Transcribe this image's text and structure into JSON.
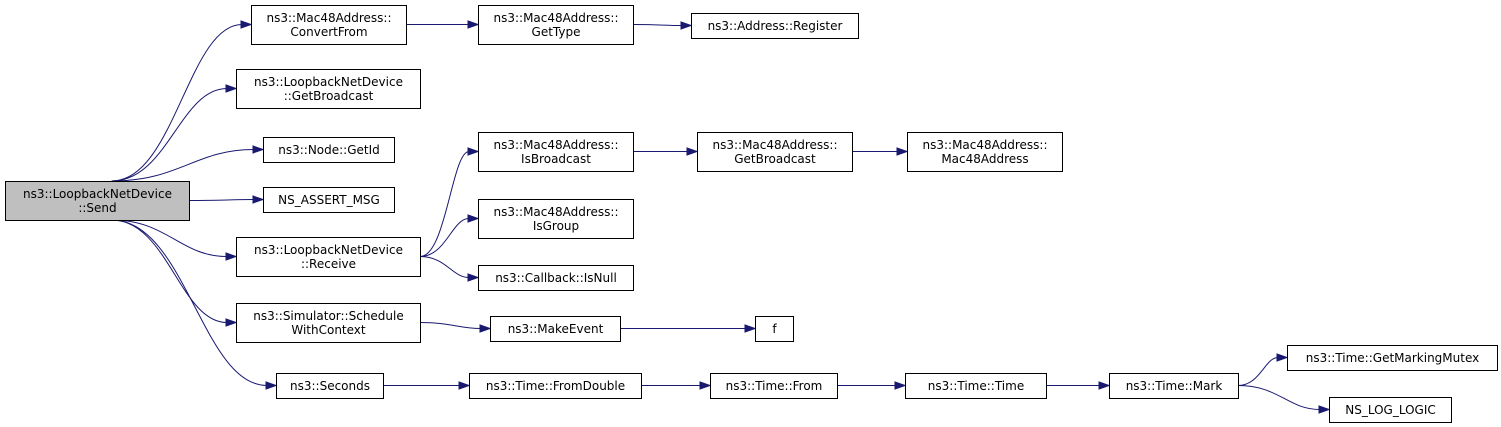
{
  "nodes": {
    "send": [
      "ns3::LoopbackNetDevice",
      "::Send"
    ],
    "convert_from": [
      "ns3::Mac48Address::",
      "ConvertFrom"
    ],
    "get_type": [
      "ns3::Mac48Address::",
      "GetType"
    ],
    "address_register": [
      "ns3::Address::Register"
    ],
    "lnd_get_broadcast": [
      "ns3::LoopbackNetDevice",
      "::GetBroadcast"
    ],
    "node_get_id": [
      "ns3::Node::GetId"
    ],
    "ns_assert_msg": [
      "NS_ASSERT_MSG"
    ],
    "is_broadcast": [
      "ns3::Mac48Address::",
      "IsBroadcast"
    ],
    "mac_get_broadcast": [
      "ns3::Mac48Address::",
      "GetBroadcast"
    ],
    "mac48address": [
      "ns3::Mac48Address::",
      "Mac48Address"
    ],
    "is_group": [
      "ns3::Mac48Address::",
      "IsGroup"
    ],
    "receive": [
      "ns3::LoopbackNetDevice",
      "::Receive"
    ],
    "callback_is_null": [
      "ns3::Callback::IsNull"
    ],
    "schedule_with_context": [
      "ns3::Simulator::Schedule",
      "WithContext"
    ],
    "make_event": [
      "ns3::MakeEvent"
    ],
    "f": [
      "f"
    ],
    "seconds": [
      "ns3::Seconds"
    ],
    "from_double": [
      "ns3::Time::FromDouble"
    ],
    "time_from": [
      "ns3::Time::From"
    ],
    "time_time": [
      "ns3::Time::Time"
    ],
    "time_mark": [
      "ns3::Time::Mark"
    ],
    "get_marking_mutex": [
      "ns3::Time::GetMarkingMutex"
    ],
    "ns_log_logic": [
      "NS_LOG_LOGIC"
    ]
  },
  "edges": [
    [
      "send",
      "convert_from"
    ],
    [
      "send",
      "lnd_get_broadcast"
    ],
    [
      "send",
      "node_get_id"
    ],
    [
      "send",
      "ns_assert_msg"
    ],
    [
      "send",
      "receive"
    ],
    [
      "send",
      "schedule_with_context"
    ],
    [
      "send",
      "seconds"
    ],
    [
      "convert_from",
      "get_type"
    ],
    [
      "get_type",
      "address_register"
    ],
    [
      "receive",
      "is_broadcast"
    ],
    [
      "receive",
      "is_group"
    ],
    [
      "receive",
      "callback_is_null"
    ],
    [
      "is_broadcast",
      "mac_get_broadcast"
    ],
    [
      "mac_get_broadcast",
      "mac48address"
    ],
    [
      "schedule_with_context",
      "make_event"
    ],
    [
      "make_event",
      "f"
    ],
    [
      "seconds",
      "from_double"
    ],
    [
      "from_double",
      "time_from"
    ],
    [
      "time_from",
      "time_time"
    ],
    [
      "time_time",
      "time_mark"
    ],
    [
      "time_mark",
      "get_marking_mutex"
    ],
    [
      "time_mark",
      "ns_log_logic"
    ]
  ],
  "root_node": "send",
  "colors": {
    "edge": "#191970",
    "root_fill": "#bfbfbf",
    "node_fill": "#ffffff",
    "border": "#000000"
  }
}
